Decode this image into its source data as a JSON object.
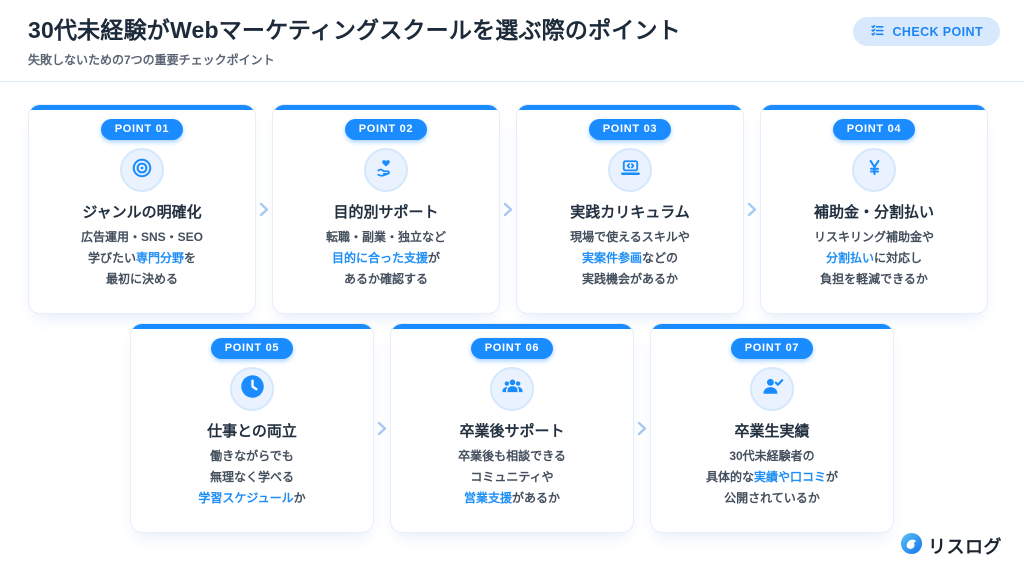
{
  "header": {
    "title": "30代未経験がWebマーケティングスクールを選ぶ際のポイント",
    "subtitle": "失敗しないための7つの重要チェックポイント",
    "check_badge_label": "CHECK POINT"
  },
  "colors": {
    "accent": "#1a8cff",
    "highlight": "#1f8ef5",
    "badge_bg": "#d8e9fd",
    "badge_text": "#1d86f5"
  },
  "rows": [
    {
      "cards": [
        {
          "badge": "POINT 01",
          "icon": "target-icon",
          "title": "ジャンルの明確化",
          "lines": [
            [
              {
                "t": "広告運用・SNS・SEO"
              }
            ],
            [
              {
                "t": "学びたい"
              },
              {
                "t": "専門分野",
                "h": true
              },
              {
                "t": "を"
              }
            ],
            [
              {
                "t": "最初に決める"
              }
            ]
          ]
        },
        {
          "badge": "POINT 02",
          "icon": "hand-heart-icon",
          "title": "目的別サポート",
          "lines": [
            [
              {
                "t": "転職・副業・独立など"
              }
            ],
            [
              {
                "t": "目的に合った支援",
                "h": true
              },
              {
                "t": "が"
              }
            ],
            [
              {
                "t": "あるか確認する"
              }
            ]
          ]
        },
        {
          "badge": "POINT 03",
          "icon": "laptop-code-icon",
          "title": "実践カリキュラム",
          "lines": [
            [
              {
                "t": "現場で使えるスキルや"
              }
            ],
            [
              {
                "t": "実案件参画",
                "h": true
              },
              {
                "t": "などの"
              }
            ],
            [
              {
                "t": "実践機会があるか"
              }
            ]
          ]
        },
        {
          "badge": "POINT 04",
          "icon": "yen-icon",
          "title": "補助金・分割払い",
          "lines": [
            [
              {
                "t": "リスキリング補助金や"
              }
            ],
            [
              {
                "t": "分割払い",
                "h": true
              },
              {
                "t": "に対応し"
              }
            ],
            [
              {
                "t": "負担を軽減できるか"
              }
            ]
          ]
        }
      ]
    },
    {
      "cards": [
        {
          "badge": "POINT 05",
          "icon": "clock-icon",
          "title": "仕事との両立",
          "lines": [
            [
              {
                "t": "働きながらでも"
              }
            ],
            [
              {
                "t": "無理なく学べる"
              }
            ],
            [
              {
                "t": "学習スケジュール",
                "h": true
              },
              {
                "t": "か"
              }
            ]
          ]
        },
        {
          "badge": "POINT 06",
          "icon": "people-icon",
          "title": "卒業後サポート",
          "lines": [
            [
              {
                "t": "卒業後も相談できる"
              }
            ],
            [
              {
                "t": "コミュニティや"
              }
            ],
            [
              {
                "t": "営業支援",
                "h": true
              },
              {
                "t": "があるか"
              }
            ]
          ]
        },
        {
          "badge": "POINT 07",
          "icon": "person-check-icon",
          "title": "卒業生実績",
          "lines": [
            [
              {
                "t": "30代未経験者の"
              }
            ],
            [
              {
                "t": "具体的な"
              },
              {
                "t": "実績や口コミ",
                "h": true
              },
              {
                "t": "が"
              }
            ],
            [
              {
                "t": "公開されているか"
              }
            ]
          ]
        }
      ]
    }
  ],
  "footer": {
    "logo_text": "リスログ"
  }
}
